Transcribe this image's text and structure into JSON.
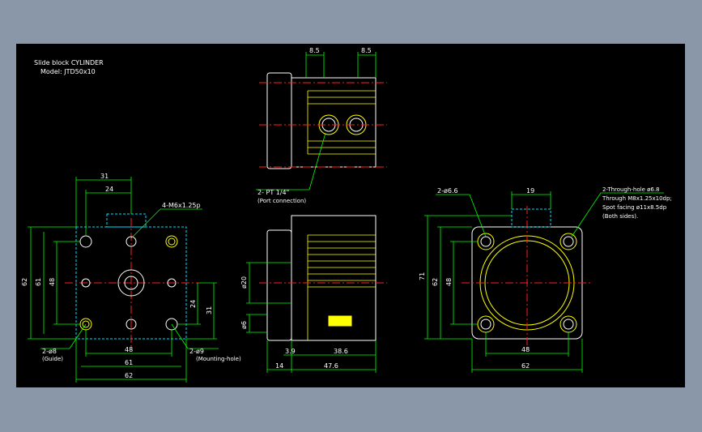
{
  "title": {
    "line1": "Slide block CYLINDER",
    "line2": "Model: JTD50x10"
  },
  "front_view": {
    "dims": {
      "top1": "31",
      "top2": "24",
      "left_outer": "62",
      "left_mid": "61",
      "left_inner": "48",
      "right1": "24",
      "right2": "31",
      "bottom_inner": "48",
      "bottom_mid": "61",
      "bottom_outer": "62"
    },
    "callouts": {
      "thread": "4-M6x1.25p",
      "guide": "2-ø8",
      "guide_note": "(Guide)",
      "mount": "2-ø9",
      "mount_note": "(Mounting-hole)"
    }
  },
  "side_view": {
    "dims": {
      "top_left": "8.5",
      "top_right": "8.5",
      "dia1": "ø20",
      "dia2": "ø6",
      "b1": "3.9",
      "b2": "38.6",
      "b3": "14",
      "b4": "47.6"
    },
    "port": {
      "label": "2- PT 1/4\"",
      "note": "(Port connection)"
    }
  },
  "rear_view": {
    "dims": {
      "top": "19",
      "left_outer": "71",
      "left_mid": "62",
      "left_inner": "48",
      "bottom_inner": "48",
      "bottom_outer": "62"
    },
    "callouts": {
      "hole": "2-ø6.6",
      "through1": "2-Through-hole ø6.8",
      "through2": "Through M8x1.25x10dp;",
      "through3": "Spot facing ø11x8.5dp",
      "through4": "(Both sides)."
    }
  },
  "colors": {
    "background": "#000000",
    "frame": "#8a97a8",
    "outline": "#ffffff",
    "yellow": "#ffff00",
    "green": "#00ff00",
    "red": "#ff2020",
    "cyan": "#00e0ff",
    "dim_text": "#ffffff"
  }
}
